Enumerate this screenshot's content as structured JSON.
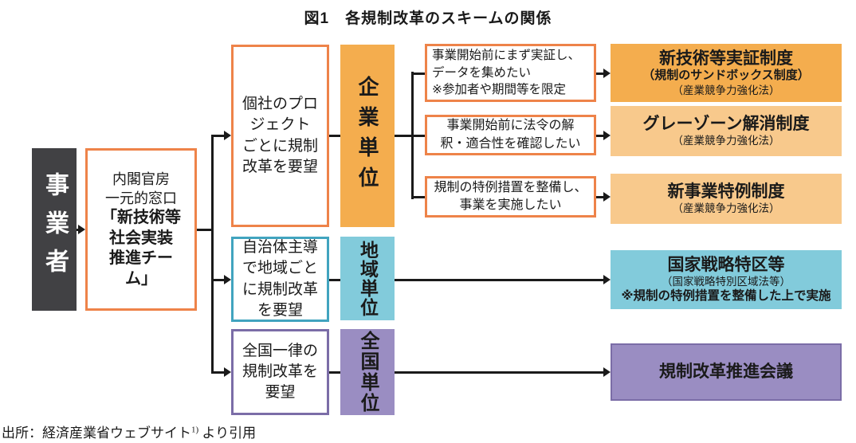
{
  "title": "図1　各規制改革のスキームの関係",
  "colors": {
    "actor_dark": "#414144",
    "orange_border": "#EE8349",
    "orange_fill": "#F4AD4E",
    "orange_light_fill": "#F8C98C",
    "teal_border": "#41A4BF",
    "teal_fill": "#82CBDB",
    "purple_border": "#7B6DA7",
    "purple_fill": "#9A8DC2",
    "line": "#1A1A1A"
  },
  "entry": {
    "label": "事業者"
  },
  "gateway": {
    "normal": "内閣官房\n一元的窓口",
    "bold": "「新技術等\n社会実装\n推進チー\nム」"
  },
  "requests": [
    {
      "id": "company",
      "text": "個社のプロ\nジェクト\nごとに規制\n改革を要望"
    },
    {
      "id": "region",
      "text": "自治体主導\nで地域ごと\nに規制改革\nを要望"
    },
    {
      "id": "national",
      "text": "全国一律の\n規制改革を\n要望"
    }
  ],
  "units": [
    {
      "id": "company",
      "label": "企業単位"
    },
    {
      "id": "region",
      "label": "地域単位"
    },
    {
      "id": "national",
      "label": "全国単位"
    }
  ],
  "needs": [
    {
      "text": "事業開始前にまず実証し、\nデータを集めたい\n※参加者や期間等を限定"
    },
    {
      "text": "事業開始前に法令の解\n釈・適合性を確認したい"
    },
    {
      "text": "規制の特例措置を整備し、\n事業を実施したい"
    }
  ],
  "schemes": [
    {
      "title": "新技術等実証制度",
      "subtitle": "（規制のサンドボックス制度）",
      "law": "（産業競争力強化法）"
    },
    {
      "title": "グレーゾーン解消制度",
      "law": "（産業競争力強化法）"
    },
    {
      "title": "新事業特例制度",
      "law": "（産業競争力強化法）"
    },
    {
      "title": "国家戦略特区等",
      "law": "（国家戦略特別区域法等）",
      "note": "※規制の特例措置を整備した上で実施"
    },
    {
      "title": "規制改革推進会議"
    }
  ],
  "source": {
    "prefix": "出所：経済産業省ウェブサイト",
    "superscript": "1)",
    "suffix": " より引用"
  }
}
